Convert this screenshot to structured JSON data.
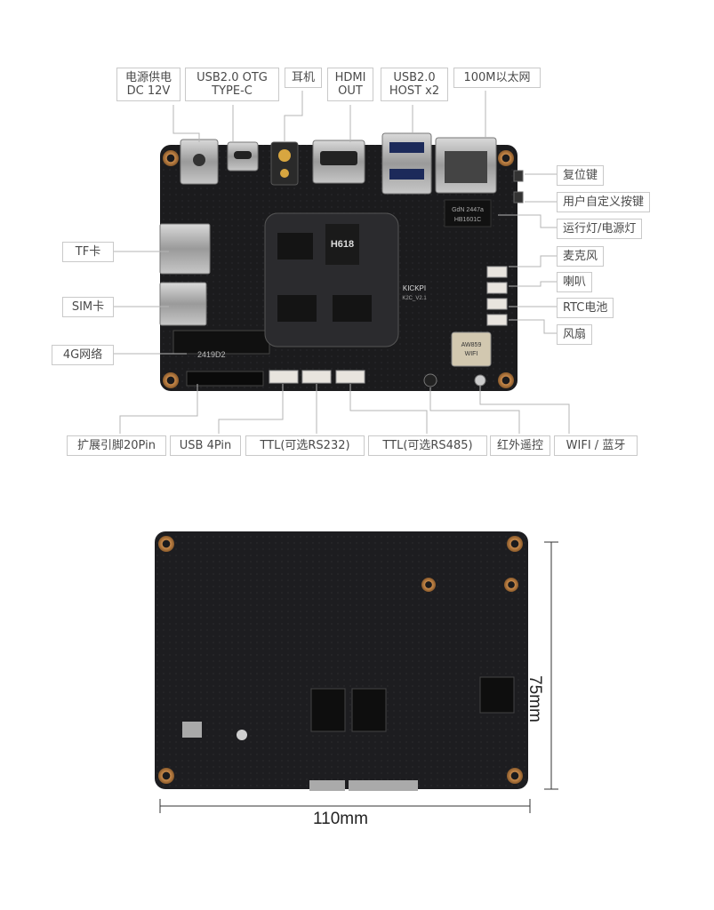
{
  "labels": {
    "power": [
      "电源供电",
      "DC 12V"
    ],
    "usb_otg": [
      "USB2.0 OTG",
      "TYPE-C"
    ],
    "earphone": "耳机",
    "hdmi": [
      "HDMI",
      "OUT"
    ],
    "usb_host": [
      "USB2.0",
      "HOST x2"
    ],
    "ethernet": "100M以太网",
    "reset": "复位键",
    "user_key": "用户自定义按键",
    "led": "运行灯/电源灯",
    "mic": "麦克风",
    "speaker": "喇叭",
    "rtc": "RTC电池",
    "fan": "风扇",
    "tf": "TF卡",
    "sim": "SIM卡",
    "lte": "4G网络",
    "gpio": "扩展引脚20Pin",
    "usb4": "USB 4Pin",
    "ttl232": "TTL(可选RS232)",
    "ttl485": "TTL(可选RS485)",
    "ir": "红外遥控",
    "wifi": "WIFI / 蓝牙"
  },
  "board_marks": {
    "soc": "H618",
    "brand": "KICKPI",
    "model": "K2C_V2.1",
    "lot": "2419D2",
    "eth_chip": [
      "GdN 2447a",
      "HB1601C"
    ],
    "wifi_module": [
      "AW859",
      "WIFI"
    ]
  },
  "dimensions": {
    "width": "110mm",
    "height": "75mm"
  },
  "colors": {
    "pcb": "#1b1b1d",
    "label_border": "#c9c9c9",
    "leader": "#b5b5b5",
    "label_text": "#4a4a4a"
  }
}
